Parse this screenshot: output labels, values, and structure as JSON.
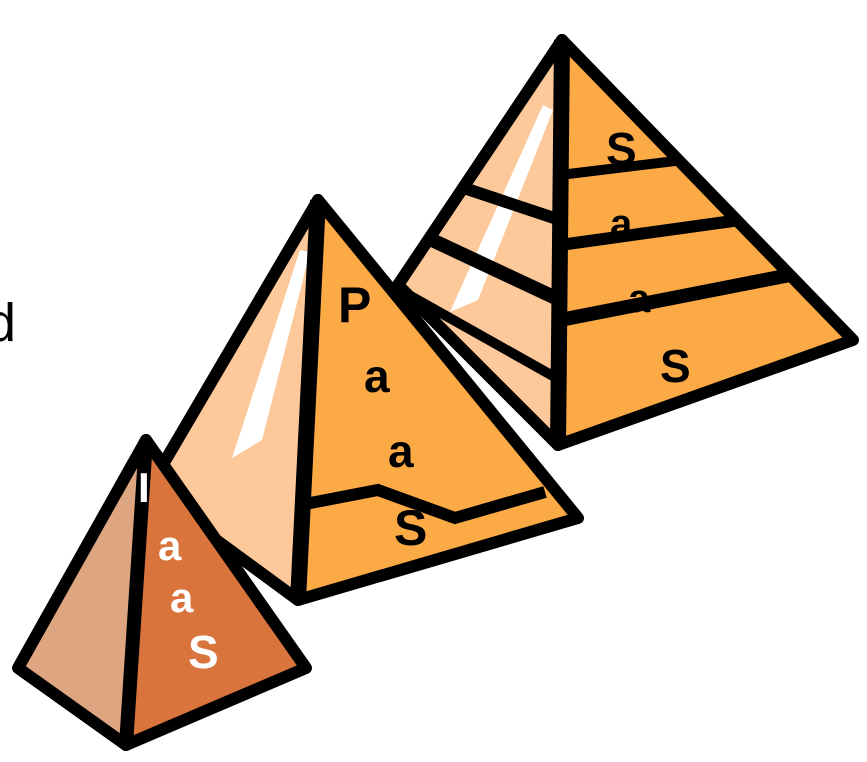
{
  "edge_text": "d",
  "colors": {
    "outline": "#000000",
    "saas_light": "#FDC99A",
    "saas_face": "#FBAA45",
    "paas_light": "#FDC99A",
    "paas_face": "#FBAA45",
    "iaas_light": "#DEA680",
    "iaas_face": "#D9743D",
    "letters_dark": "#000000",
    "letters_light": "#FFFFFF",
    "highlight": "#FFFFFF"
  },
  "pyramids": {
    "saas": {
      "letters": [
        "S",
        "a",
        "a",
        "S"
      ]
    },
    "paas": {
      "letters": [
        "P",
        "a",
        "a",
        "S"
      ]
    },
    "iaas": {
      "letters": [
        "I",
        "a",
        "a",
        "S"
      ]
    }
  }
}
